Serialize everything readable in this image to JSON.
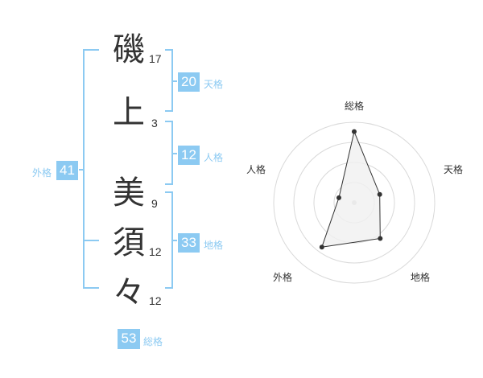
{
  "characters": [
    {
      "char": "磯",
      "strokes": "17"
    },
    {
      "char": "上",
      "strokes": "3"
    },
    {
      "char": "美",
      "strokes": "9"
    },
    {
      "char": "須",
      "strokes": "12"
    },
    {
      "char": "々",
      "strokes": "12"
    }
  ],
  "fortunes": {
    "tenkaku": {
      "value": "20",
      "label": "天格"
    },
    "jinkaku": {
      "value": "12",
      "label": "人格"
    },
    "chikaku": {
      "value": "33",
      "label": "地格"
    },
    "gaikaku": {
      "value": "41",
      "label": "外格"
    },
    "soukaku": {
      "value": "53",
      "label": "総格"
    }
  },
  "chart_data": {
    "type": "radar",
    "axes": [
      "総格",
      "天格",
      "地格",
      "外格",
      "人格"
    ],
    "values": [
      53,
      20,
      33,
      41,
      12
    ],
    "range": [
      0,
      60
    ],
    "ring_count": 4,
    "colors": {
      "fill": "#f0f0f0",
      "line": "#333333",
      "grid": "#d9d9d9"
    }
  },
  "colors": {
    "accent": "#8ccaf2",
    "text": "#333333"
  }
}
